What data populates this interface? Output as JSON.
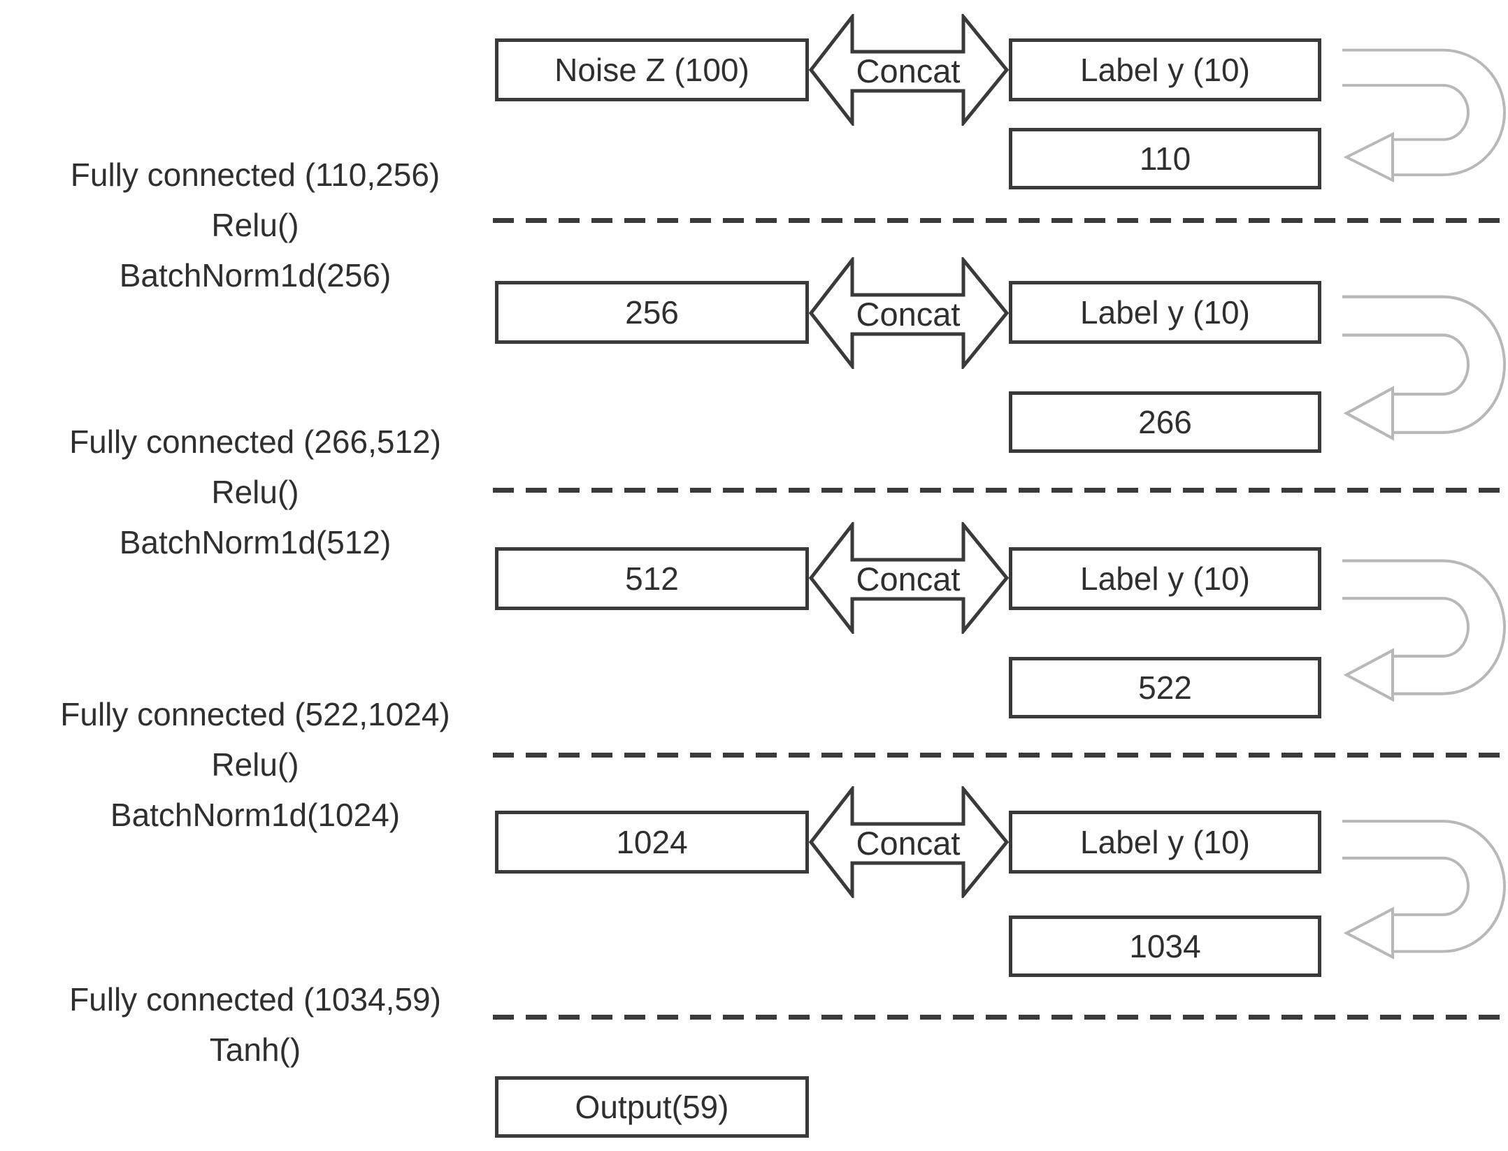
{
  "colors": {
    "background": "#ffffff",
    "box_border": "#3a3a3a",
    "text": "#2f2f2f",
    "loop_arrow": "#b8b8b8",
    "dashed_line": "#3a3a3a"
  },
  "left_annotations": [
    {
      "lines": [
        "Fully connected (110,256)",
        "Relu()",
        "BatchNorm1d(256)"
      ]
    },
    {
      "lines": [
        "Fully connected (266,512)",
        "Relu()",
        "BatchNorm1d(512)"
      ]
    },
    {
      "lines": [
        "Fully connected (522,1024)",
        "Relu()",
        "BatchNorm1d(1024)"
      ]
    },
    {
      "lines": [
        "Fully connected (1034,59)",
        "Tanh()"
      ]
    }
  ],
  "rows": [
    {
      "input": "Noise Z (100)",
      "concat": "Concat",
      "label": "Label y (10)",
      "merged": "110"
    },
    {
      "input": "256",
      "concat": "Concat",
      "label": "Label y (10)",
      "merged": "266"
    },
    {
      "input": "512",
      "concat": "Concat",
      "label": "Label y (10)",
      "merged": "522"
    },
    {
      "input": "1024",
      "concat": "Concat",
      "label": "Label y (10)",
      "merged": "1034"
    }
  ],
  "output_label": "Output(59)"
}
